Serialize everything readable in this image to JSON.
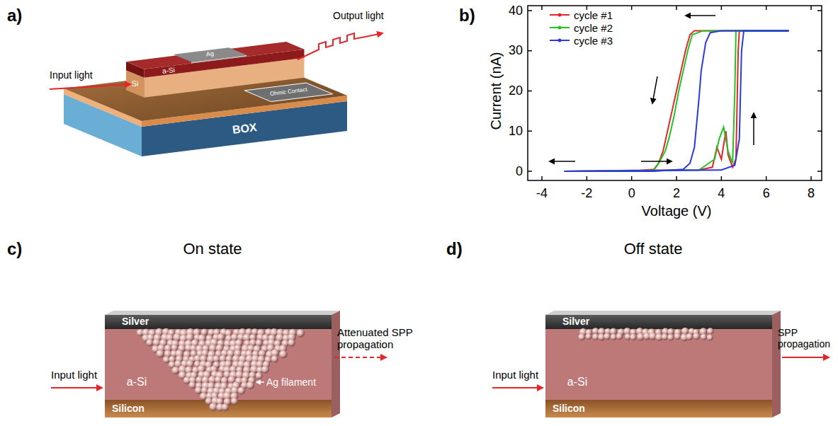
{
  "diagram": {
    "nodes": [
      {
        "text": [
          "a-Si"
        ]
      },
      {
        "text": [
          "Si"
        ]
      },
      {
        "text": [
          "Ag"
        ]
      },
      {
        "text": [
          "Ohmic Contact"
        ]
      },
      {
        "text": [
          "BOX"
        ]
      },
      {
        "text": [
          "Silver"
        ]
      },
      {
        "text": [
          "a-Si"
        ]
      },
      {
        "text": [
          "Silicon"
        ]
      },
      {
        "text": [
          "Silver"
        ]
      },
      {
        "text": [
          "a-Si"
        ]
      },
      {
        "text": [
          "Silicon"
        ]
      }
    ],
    "labels": [
      "a)",
      "Input light",
      "Output light",
      "b)",
      "40",
      "30",
      "20",
      "10",
      "0",
      "-4",
      "-2",
      "0",
      "2",
      "4",
      "6",
      "8",
      "Current (nA)",
      "Voltage (V)",
      "c)",
      "On state",
      "Input light",
      "Attenuated SPP propagation",
      "Ag filament",
      "d)",
      "Off state",
      "Input light",
      "SPP propagation"
    ],
    "legend": [
      {
        "text": "cycle #1"
      },
      {
        "text": "cycle #2"
      },
      {
        "text": "cycle #3"
      }
    ]
  }
}
